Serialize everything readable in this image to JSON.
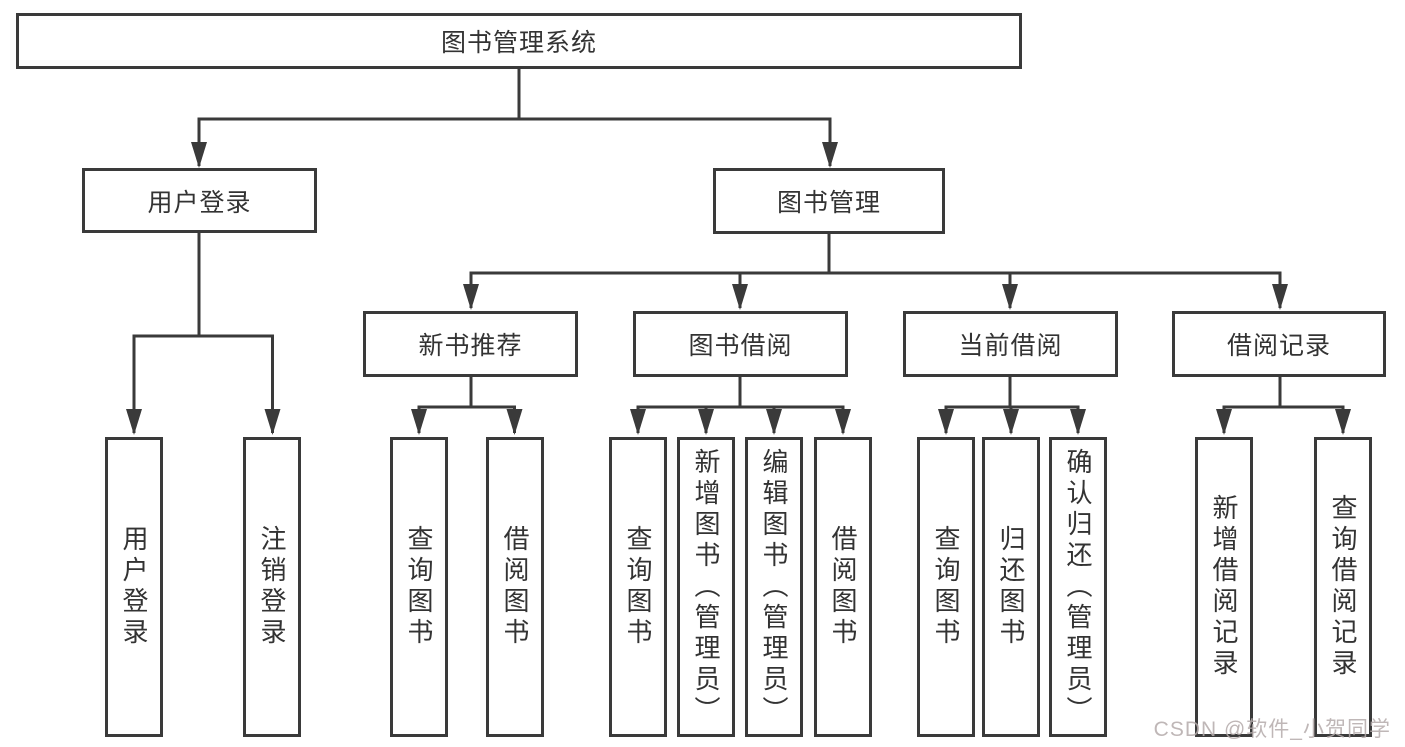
{
  "diagram": {
    "root": {
      "label": "图书管理系统"
    },
    "level2": [
      {
        "label": "用户登录",
        "children": [
          {
            "label": "用户登录"
          },
          {
            "label": "注销登录"
          }
        ]
      },
      {
        "label": "图书管理"
      }
    ],
    "level3": [
      {
        "label": "新书推荐",
        "children": [
          {
            "label": "查询图书"
          },
          {
            "label": "借阅图书"
          }
        ]
      },
      {
        "label": "图书借阅",
        "children": [
          {
            "label": "查询图书"
          },
          {
            "label": "新增图书（管理员）"
          },
          {
            "label": "编辑图书（管理员）"
          },
          {
            "label": "借阅图书"
          }
        ]
      },
      {
        "label": "当前借阅",
        "children": [
          {
            "label": "查询图书"
          },
          {
            "label": "归还图书"
          },
          {
            "label": "确认归还（管理员）"
          }
        ]
      },
      {
        "label": "借阅记录",
        "children": [
          {
            "label": "新增借阅记录"
          },
          {
            "label": "查询借阅记录"
          }
        ]
      }
    ]
  },
  "watermark": {
    "text": "CSDN @软件_小贺同学"
  },
  "colors": {
    "line": "#3a3a3a",
    "text": "#333333",
    "background": "#ffffff",
    "watermark": "#b5abab"
  }
}
